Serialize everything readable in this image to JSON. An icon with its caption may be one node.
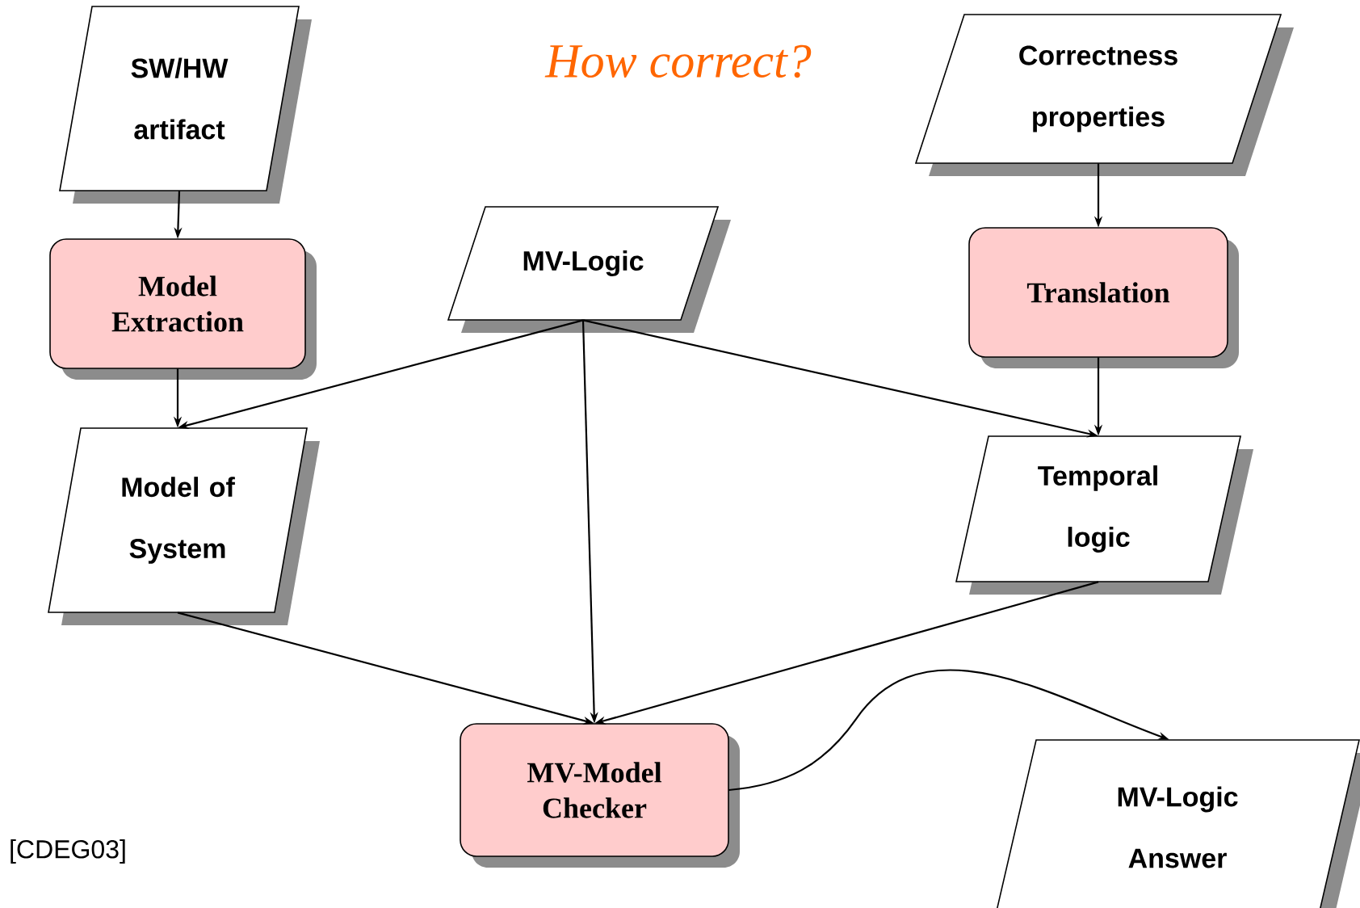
{
  "diagram": {
    "title": "How correct?",
    "nodes": [
      {
        "text": [
          "SW/HW artifact"
        ]
      },
      {
        "text": [
          "Model Extraction"
        ]
      },
      {
        "text": [
          "MV-Logic"
        ]
      },
      {
        "text": [
          "Correctness properties"
        ]
      },
      {
        "text": [
          "Translation"
        ]
      },
      {
        "text": [
          "Model of System"
        ]
      },
      {
        "text": [
          "Temporal logic"
        ]
      },
      {
        "text": [
          "MV-Model Checker"
        ]
      },
      {
        "text": [
          "MV-Logic Answer"
        ]
      }
    ],
    "edges": [
      {
        "from": 0,
        "to": 1,
        "arrow": "to"
      },
      {
        "from": 1,
        "to": 5,
        "arrow": "to"
      },
      {
        "from": 2,
        "to": 5,
        "arrow": "to"
      },
      {
        "from": 2,
        "to": 7,
        "arrow": "to"
      },
      {
        "from": 2,
        "to": 6,
        "arrow": "to"
      },
      {
        "from": 3,
        "to": 4,
        "arrow": "to"
      },
      {
        "from": 4,
        "to": 6,
        "arrow": "to"
      },
      {
        "from": 5,
        "to": 7,
        "arrow": "to"
      },
      {
        "from": 6,
        "to": 7,
        "arrow": "to"
      },
      {
        "from": 7,
        "to": 8,
        "arrow": "to"
      }
    ],
    "labels": [
      "[CDEG03]"
    ]
  }
}
